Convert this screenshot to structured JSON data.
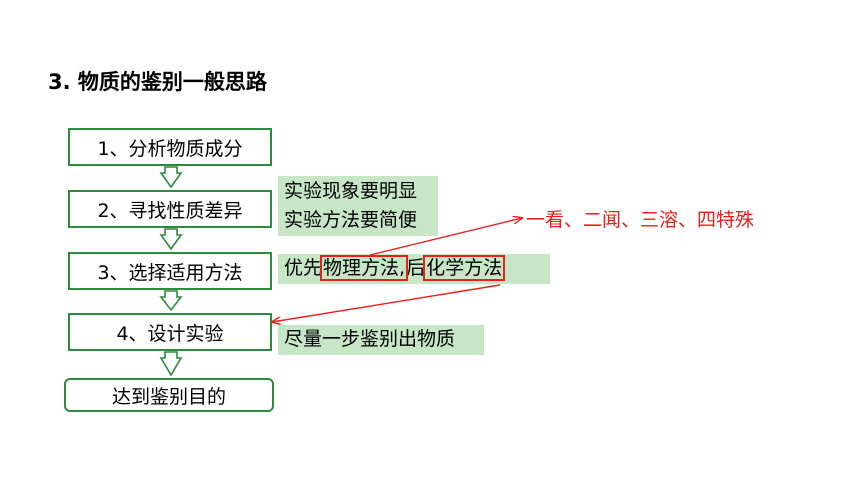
{
  "title": "3. 物质的鉴别一般思路",
  "steps": [
    {
      "label": "1、分析物质成分"
    },
    {
      "label": "2、寻找性质差异"
    },
    {
      "label": "3、选择适用方法"
    },
    {
      "label": "4、设计实验"
    }
  ],
  "final_step": "达到鉴别目的",
  "notes": {
    "requirement_line1": "实验现象要明显",
    "requirement_line2": "实验方法要简便",
    "method_prefix": "优先",
    "method_physical": "物理方法,",
    "method_middle": "后",
    "method_chemical": "化学方法",
    "goal": "尽量一步鉴别出物质"
  },
  "physical_methods": "一看、二闻、三溶、四特殊",
  "colors": {
    "box_border": "#2e8b3d",
    "note_fill": "#c6e6c6",
    "accent_red": "#e8201c"
  }
}
